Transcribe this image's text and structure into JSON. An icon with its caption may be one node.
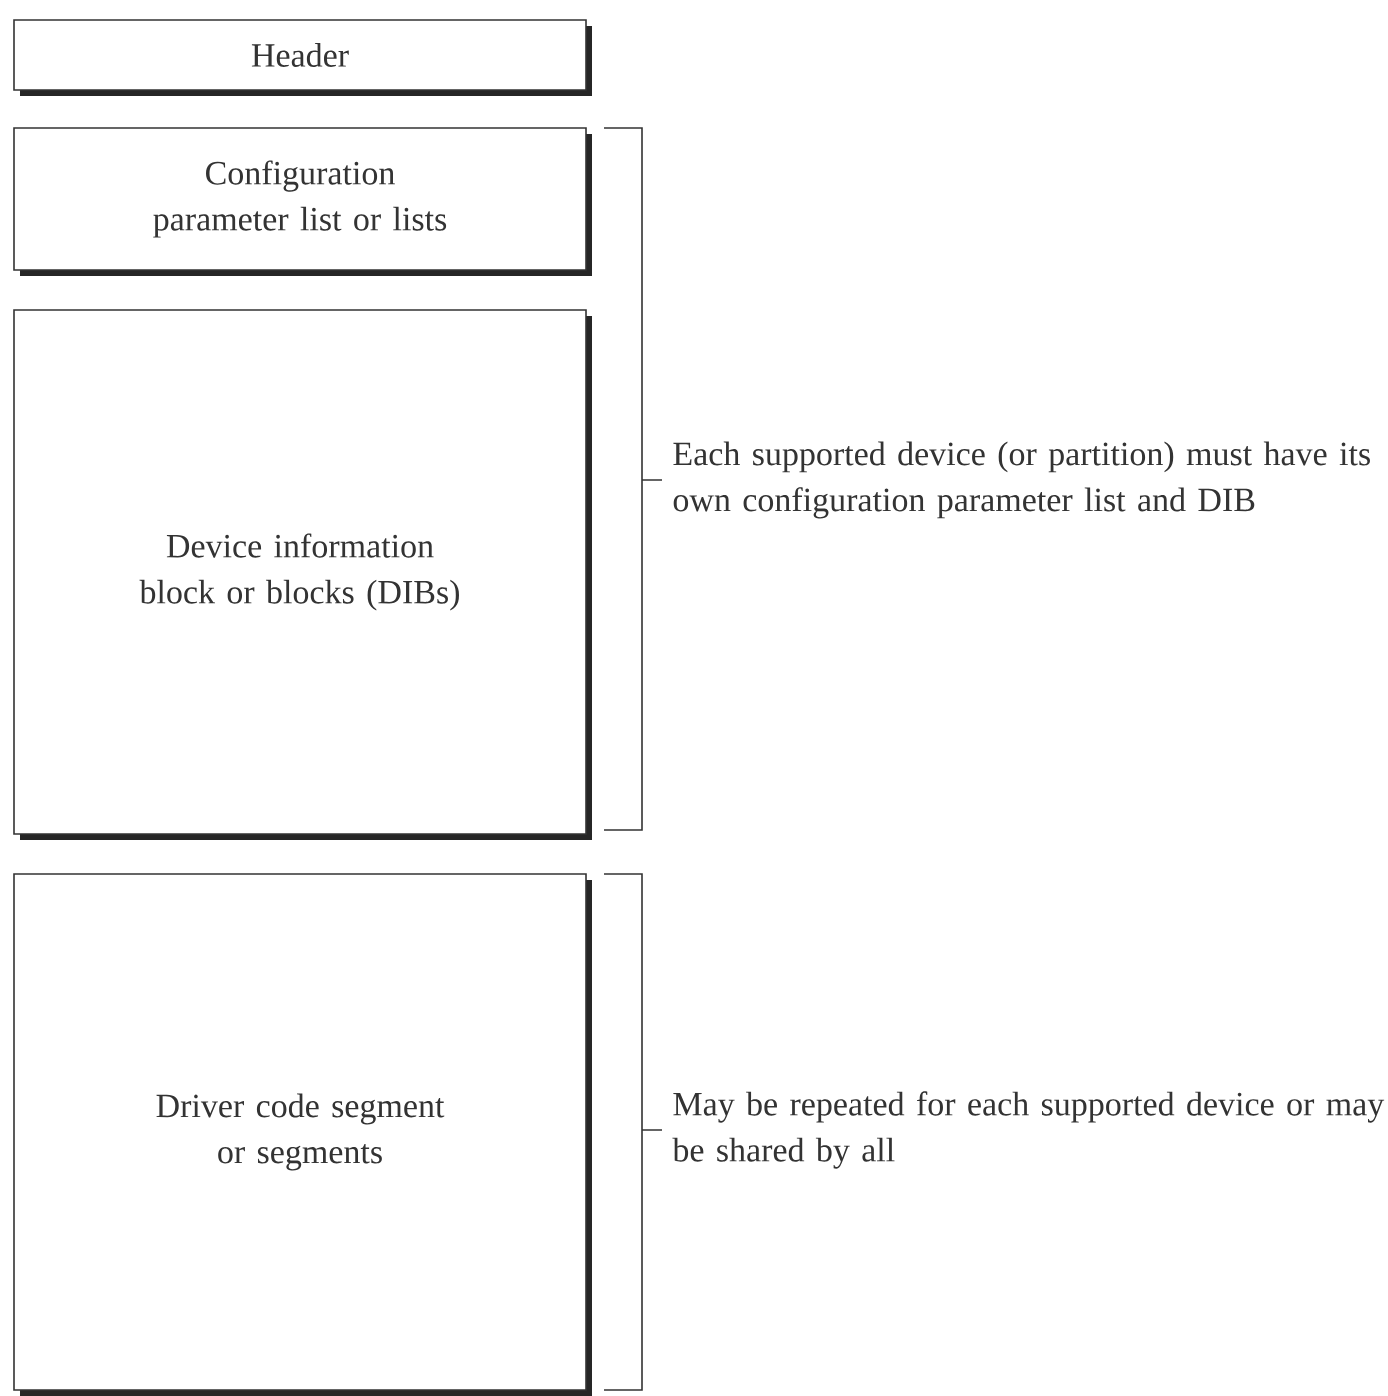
{
  "diagram": {
    "nodes": [
      {
        "text": [
          "Header"
        ]
      },
      {
        "text": [
          "Configuration parameter list or lists"
        ]
      },
      {
        "text": [
          "Device information block or blocks (DIBs)"
        ]
      },
      {
        "text": [
          "Driver code segment or segments"
        ]
      }
    ],
    "labels": [
      "Each supported device (or partition) must have its own configuration parameter list and DIB",
      "May be repeated for each supported device or may be shared by all"
    ]
  }
}
